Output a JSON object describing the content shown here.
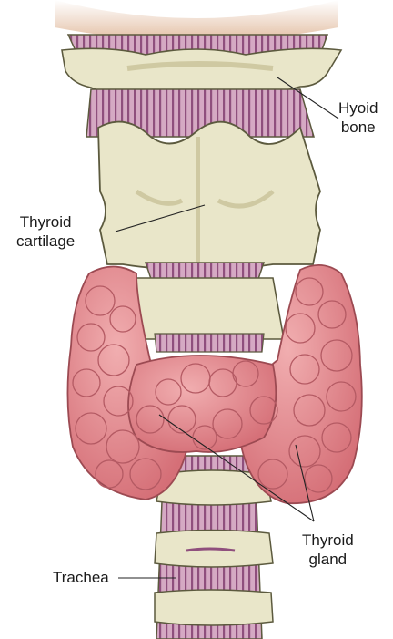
{
  "labels": {
    "hyoid_bone": {
      "line1": "Hyoid",
      "line2": "bone"
    },
    "thyroid_cartilage": {
      "line1": "Thyroid",
      "line2": "cartilage"
    },
    "thyroid_gland": {
      "line1": "Thyroid",
      "line2": "gland"
    },
    "trachea": {
      "line1": "Trachea"
    }
  },
  "colors": {
    "cartilage": "#e9e6c9",
    "cartilage_shade": "#cfc9a2",
    "membrane": "#c99ab5",
    "membrane_stripe": "#8f4f7d",
    "gland": "#e58f93",
    "gland_shade": "#c8676e",
    "gland_outline": "#9c4a52",
    "outline": "#5c5a3e",
    "skin": "#e8c9b0"
  }
}
